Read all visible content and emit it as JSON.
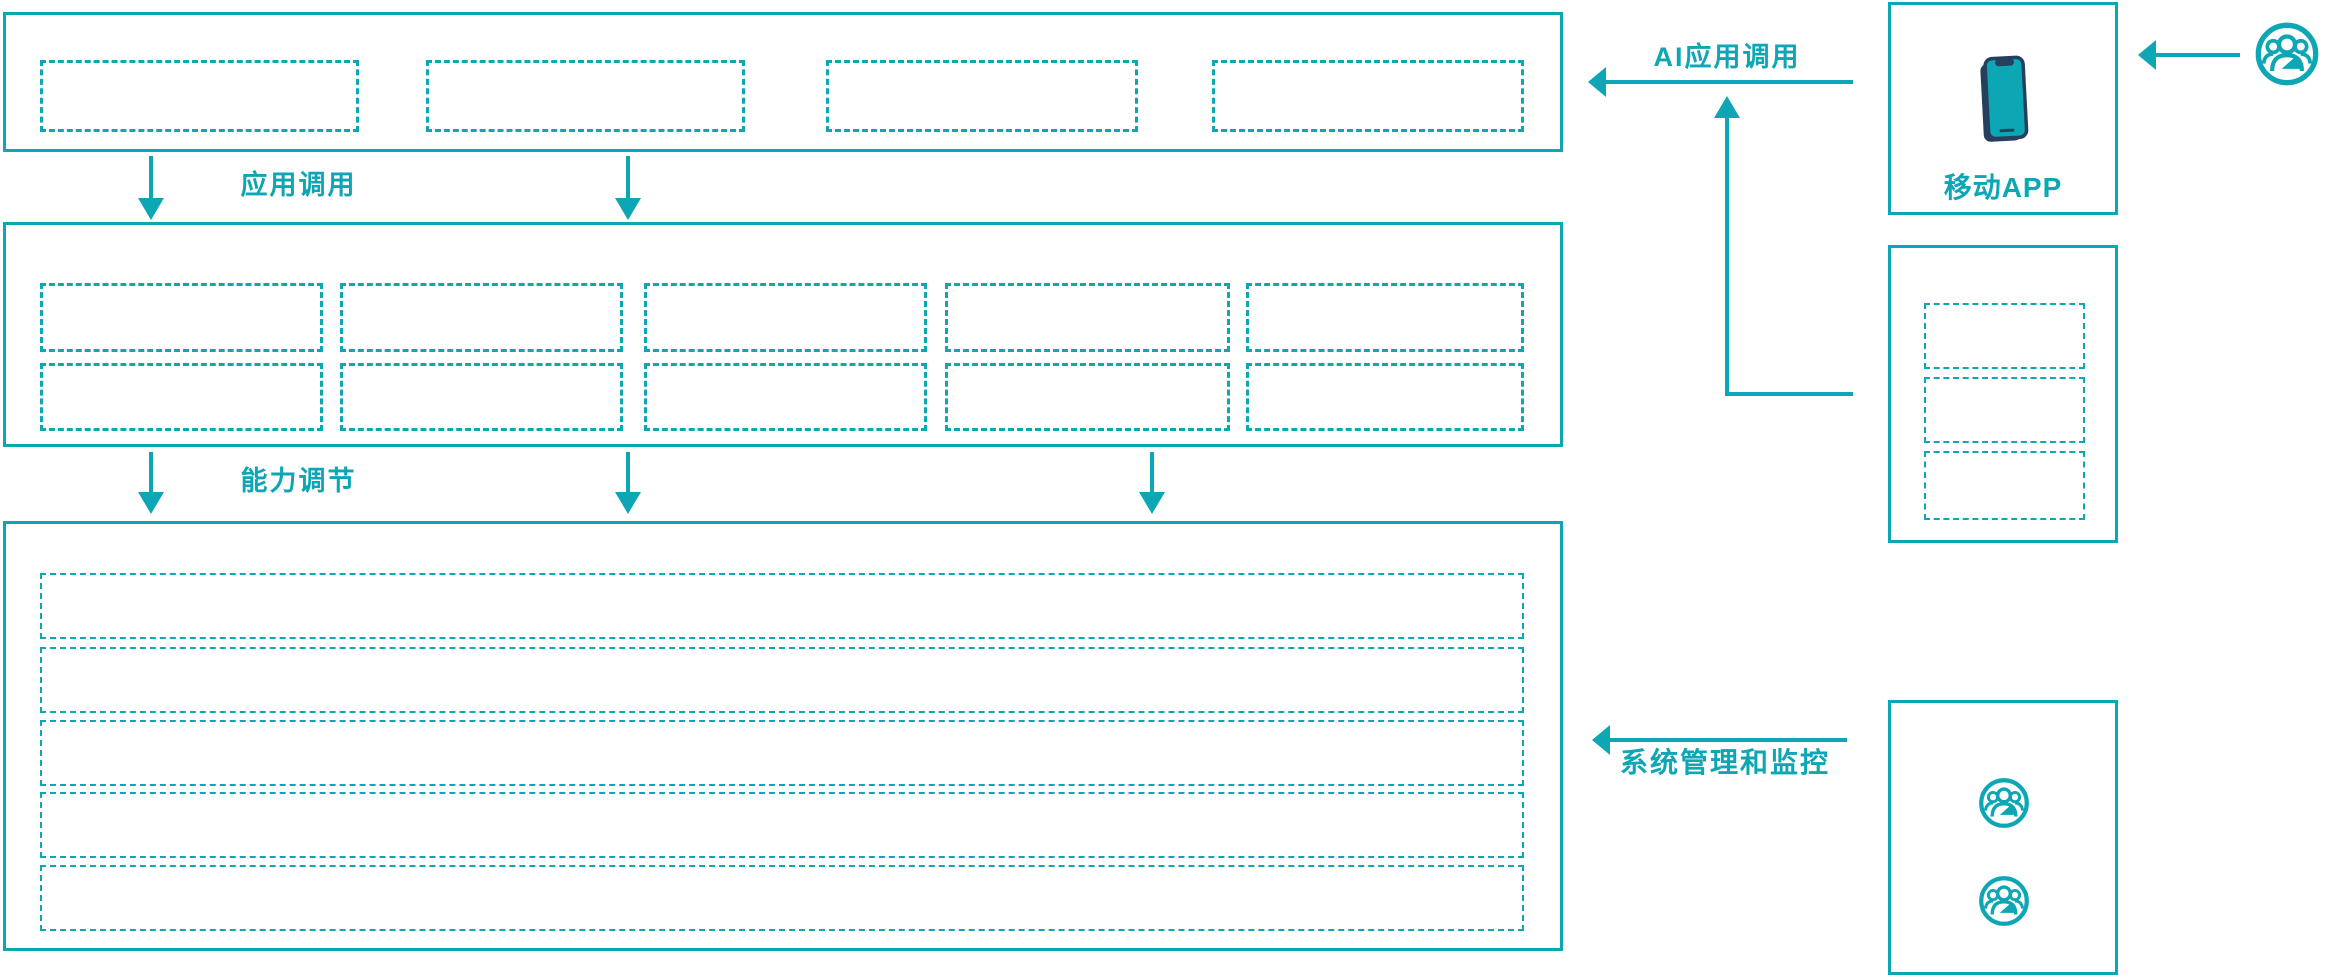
{
  "diagram": {
    "type": "architecture-diagram",
    "colors": {
      "accent": "#0DA6B5",
      "phone_dark": "#25405E",
      "background": "#FFFFFF"
    },
    "labels": {
      "app_call": "应用调用",
      "capability_adjust": "能力调节",
      "ai_app_call": "AI应用调用",
      "system_mgmt": "系统管理和监控",
      "mobile_app": "移动APP"
    },
    "panels": {
      "application_layer": {
        "empty_slots": 4
      },
      "capability_layer": {
        "rows": 2,
        "cols": 5,
        "empty_slots": 10
      },
      "platform_layer": {
        "rows": 5,
        "empty_slots": 5
      },
      "mobile_app_panel": {
        "icon": "smartphone-icon",
        "label": "移动APP"
      },
      "client_panel": {
        "empty_slots": 3
      },
      "admin_panel": {
        "icons": [
          "users-group-icon",
          "users-group-icon"
        ]
      }
    },
    "external_actor": {
      "icon": "users-group-icon"
    }
  }
}
